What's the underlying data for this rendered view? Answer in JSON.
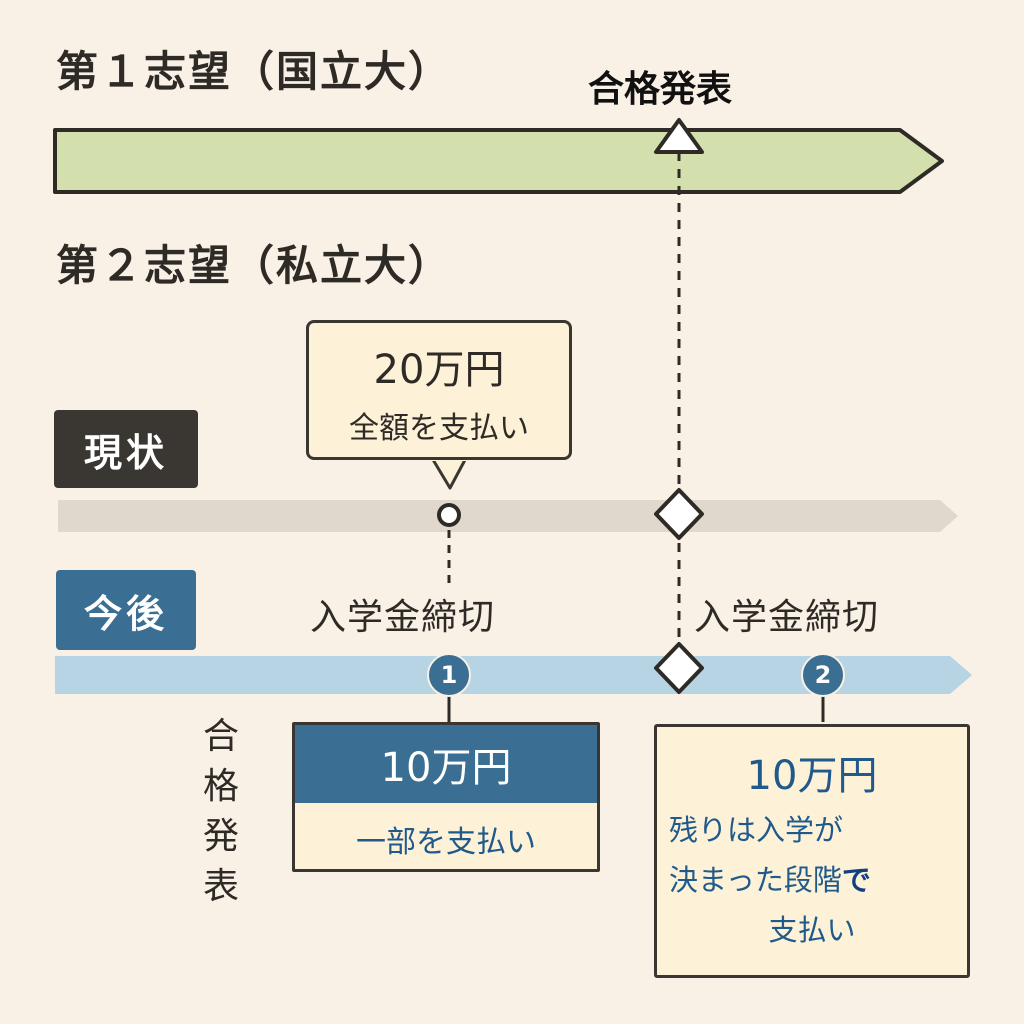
{
  "first_choice": {
    "label": "第１志望（国立大）",
    "event": "合格発表"
  },
  "second_choice": {
    "label": "第２志望（私立大）"
  },
  "current": {
    "tag": "現状",
    "callout_amount": "20万円",
    "callout_text": "全額を支払い"
  },
  "future": {
    "tag": "今後",
    "deadline_1": "入学金締切",
    "deadline_2": "入学金締切",
    "marker_1": "1",
    "marker_2": "2",
    "box_1_amount": "10万円",
    "box_1_text": "一部を支払い",
    "box_2_amount": "10万円",
    "box_2_line1": "残りは入学が",
    "box_2_line2_a": "決まった段階",
    "box_2_line2_b": "で",
    "box_2_line3": "支払い"
  },
  "side_label": "合格発表",
  "colors": {
    "background": "#f9f1e6",
    "first_choice_bar": "#d4dfae",
    "current_bar": "#e0d8cd",
    "future_bar": "#b6d4e4",
    "current_tag": "#3a3632",
    "future_tag": "#3a6e93",
    "accent_text": "#1f5a8a"
  }
}
